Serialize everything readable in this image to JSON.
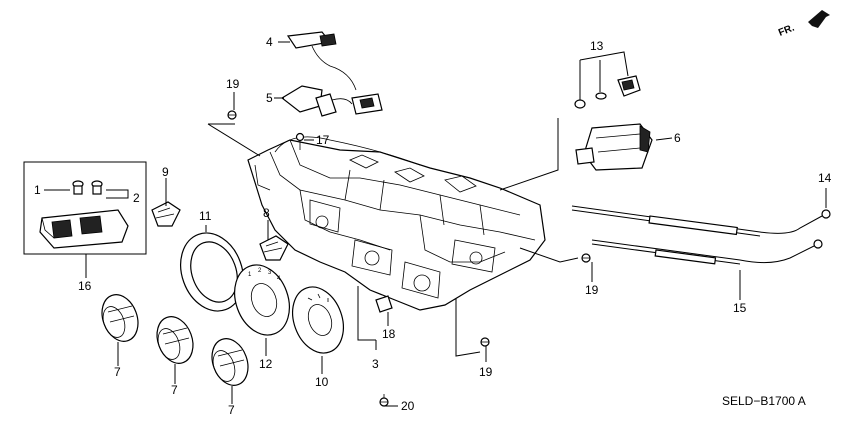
{
  "diagram_code": "SELD−B1700 A",
  "direction": "FR.",
  "callouts": [
    "1",
    "2",
    "3",
    "4",
    "5",
    "6",
    "7",
    "7",
    "7",
    "8",
    "9",
    "10",
    "11",
    "12",
    "13",
    "14",
    "15",
    "16",
    "17",
    "18",
    "19",
    "19",
    "19",
    "20"
  ],
  "dial_ticks": [
    "1",
    "2",
    "3",
    "4"
  ],
  "icons": [
    "front-direction-arrow-icon",
    "screw-icon",
    "bulb-icon",
    "switch-icon"
  ]
}
